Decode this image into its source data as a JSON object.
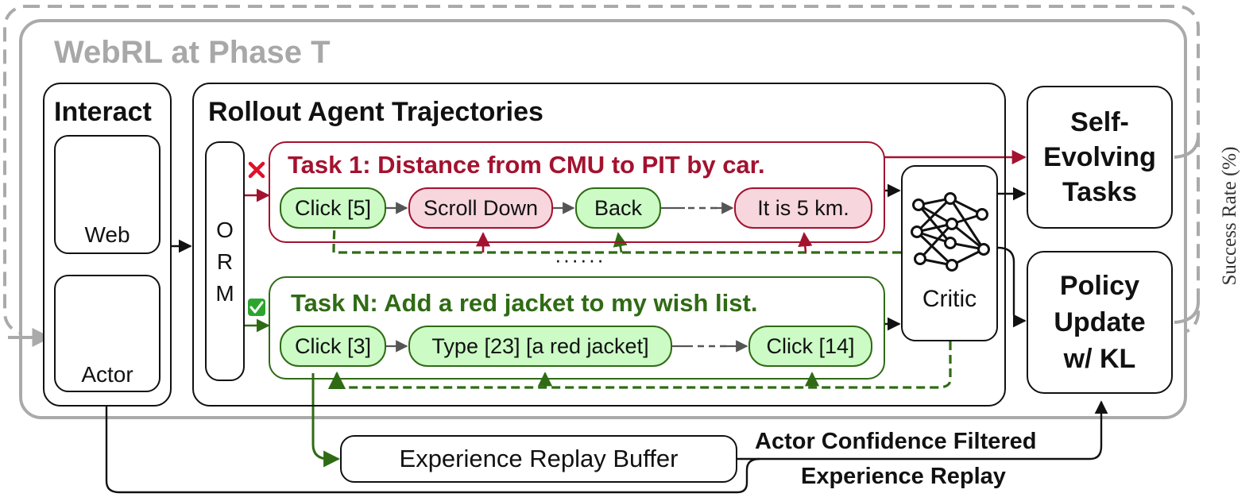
{
  "phase_title": "WebRL at Phase T",
  "interact": {
    "title": "Interact",
    "web_label": "Web",
    "actor_label": "Actor"
  },
  "rollout": {
    "title": "Rollout Agent Trajectories",
    "orm_letters": [
      "O",
      "R",
      "M"
    ],
    "task1": {
      "title": "Task 1: Distance from CMU to PIT by car.",
      "steps": [
        "Click [5]",
        "Scroll Down",
        "Back",
        "It is 5 km."
      ]
    },
    "ellipsis": "······",
    "taskN": {
      "title": "Task N: Add a red jacket to my wish list.",
      "steps": [
        "Click [3]",
        "Type [23] [a red jacket]",
        "Click [14]"
      ]
    }
  },
  "critic_label": "Critic",
  "self_evolving": {
    "line1": "Self-",
    "line2": "Evolving",
    "line3": "Tasks"
  },
  "policy_update": {
    "line1": "Policy",
    "line2": "Update",
    "line3": "w/ KL"
  },
  "replay_buffer": "Experience Replay Buffer",
  "filtered": {
    "line1": "Actor Confidence Filtered",
    "line2": "Experience Replay"
  },
  "side_label": "Success Rate (%)",
  "colors": {
    "red": "#a3122f",
    "green": "#2f6b14",
    "gray": "#aaaaaa",
    "pill_green": "#ccfbc6",
    "pill_red": "#f7d6de"
  }
}
